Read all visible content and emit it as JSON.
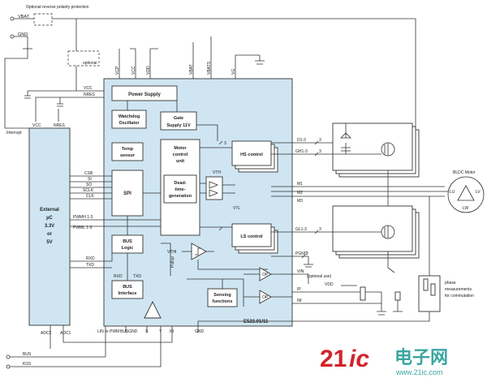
{
  "top_left": {
    "vbat": "VBAT",
    "gnd": "GND",
    "reverse_note": "Optional reverse polarity protection",
    "optional": "optional",
    "interrupt": "Interrupt"
  },
  "uc": {
    "title_line1": "External",
    "title_line2": "µC",
    "title_line3": "3.3V",
    "title_line4": "or",
    "title_line5": "5V",
    "vcc": "VCC",
    "nres": "NRES",
    "adc2": "ADC2",
    "adc1": "ADC1"
  },
  "chip": {
    "name": "E523.01/11",
    "vcc": "VCC",
    "nres": "NRES",
    "top_pins": [
      "VCP",
      "VCC",
      "VDD",
      "VBAT",
      "VBATS",
      "VG"
    ],
    "power_supply": "Power Supply",
    "watchdog_l1": "Watchdog",
    "watchdog_l2": "Oscillator",
    "gate_l1": "Gate",
    "gate_l2": "Supply 11V",
    "temp_l1": "Temp",
    "temp_l2": "sensor",
    "motor_l1": "Motor",
    "motor_l2": "control",
    "motor_l3": "unit",
    "spi": "SPI",
    "dead_l1": "Dead-",
    "dead_l2": "time-",
    "dead_l3": "generation",
    "bus_logic_l1": "BUS",
    "bus_logic_l2": "Logic",
    "bus_if_l1": "BUS",
    "bus_if_l2": "Interface",
    "hs_control": "HS control",
    "ls_control": "LS control",
    "sensing_l1": "Sensing",
    "sensing_l2": "functions",
    "vth": "VTH",
    "vtl": "VTL",
    "vthi": "VTHI",
    "op": "OP",
    "pull_up": "Pullup",
    "left_pins": [
      "CSB",
      "SI",
      "SO",
      "SCLK",
      "CLK",
      "PWMH 1-3",
      "PWML 1-3",
      "RXD",
      "TXD"
    ],
    "rxd_in": "RXD",
    "txd_in": "TXD",
    "bottom_pins": [
      "LIN or PWM",
      "BUSGND",
      "S",
      "T",
      "IO",
      "GND"
    ],
    "right_pins": [
      "D1-3",
      "GH1-3",
      "M1",
      "M2",
      "M3",
      "GL1-3",
      "PGND",
      "VIN",
      "IP",
      "IM"
    ]
  },
  "right_side": {
    "bus_count": "3",
    "pgnd_count": "2",
    "optional_use": "(optional use)",
    "vdd": "VDD",
    "motor": "BLDC Motor",
    "lu": "LU",
    "lv": "LV",
    "lw": "LW",
    "phase_l1": "phase",
    "phase_l2": "measurements",
    "phase_l3": "for commutation"
  },
  "bottom": {
    "bus": "BUS",
    "k15": "Kl15"
  },
  "watermark": {
    "text_21": "21",
    "text_ic": "ic",
    "text_cn": "电子网",
    "url": "www.21ic.com"
  },
  "colors": {
    "chip_fill": "#cfe6f2",
    "block_fill": "#ffffff",
    "wire": "#333333",
    "watermark_red": "#d2232a",
    "watermark_teal": "#3aa6a0"
  }
}
